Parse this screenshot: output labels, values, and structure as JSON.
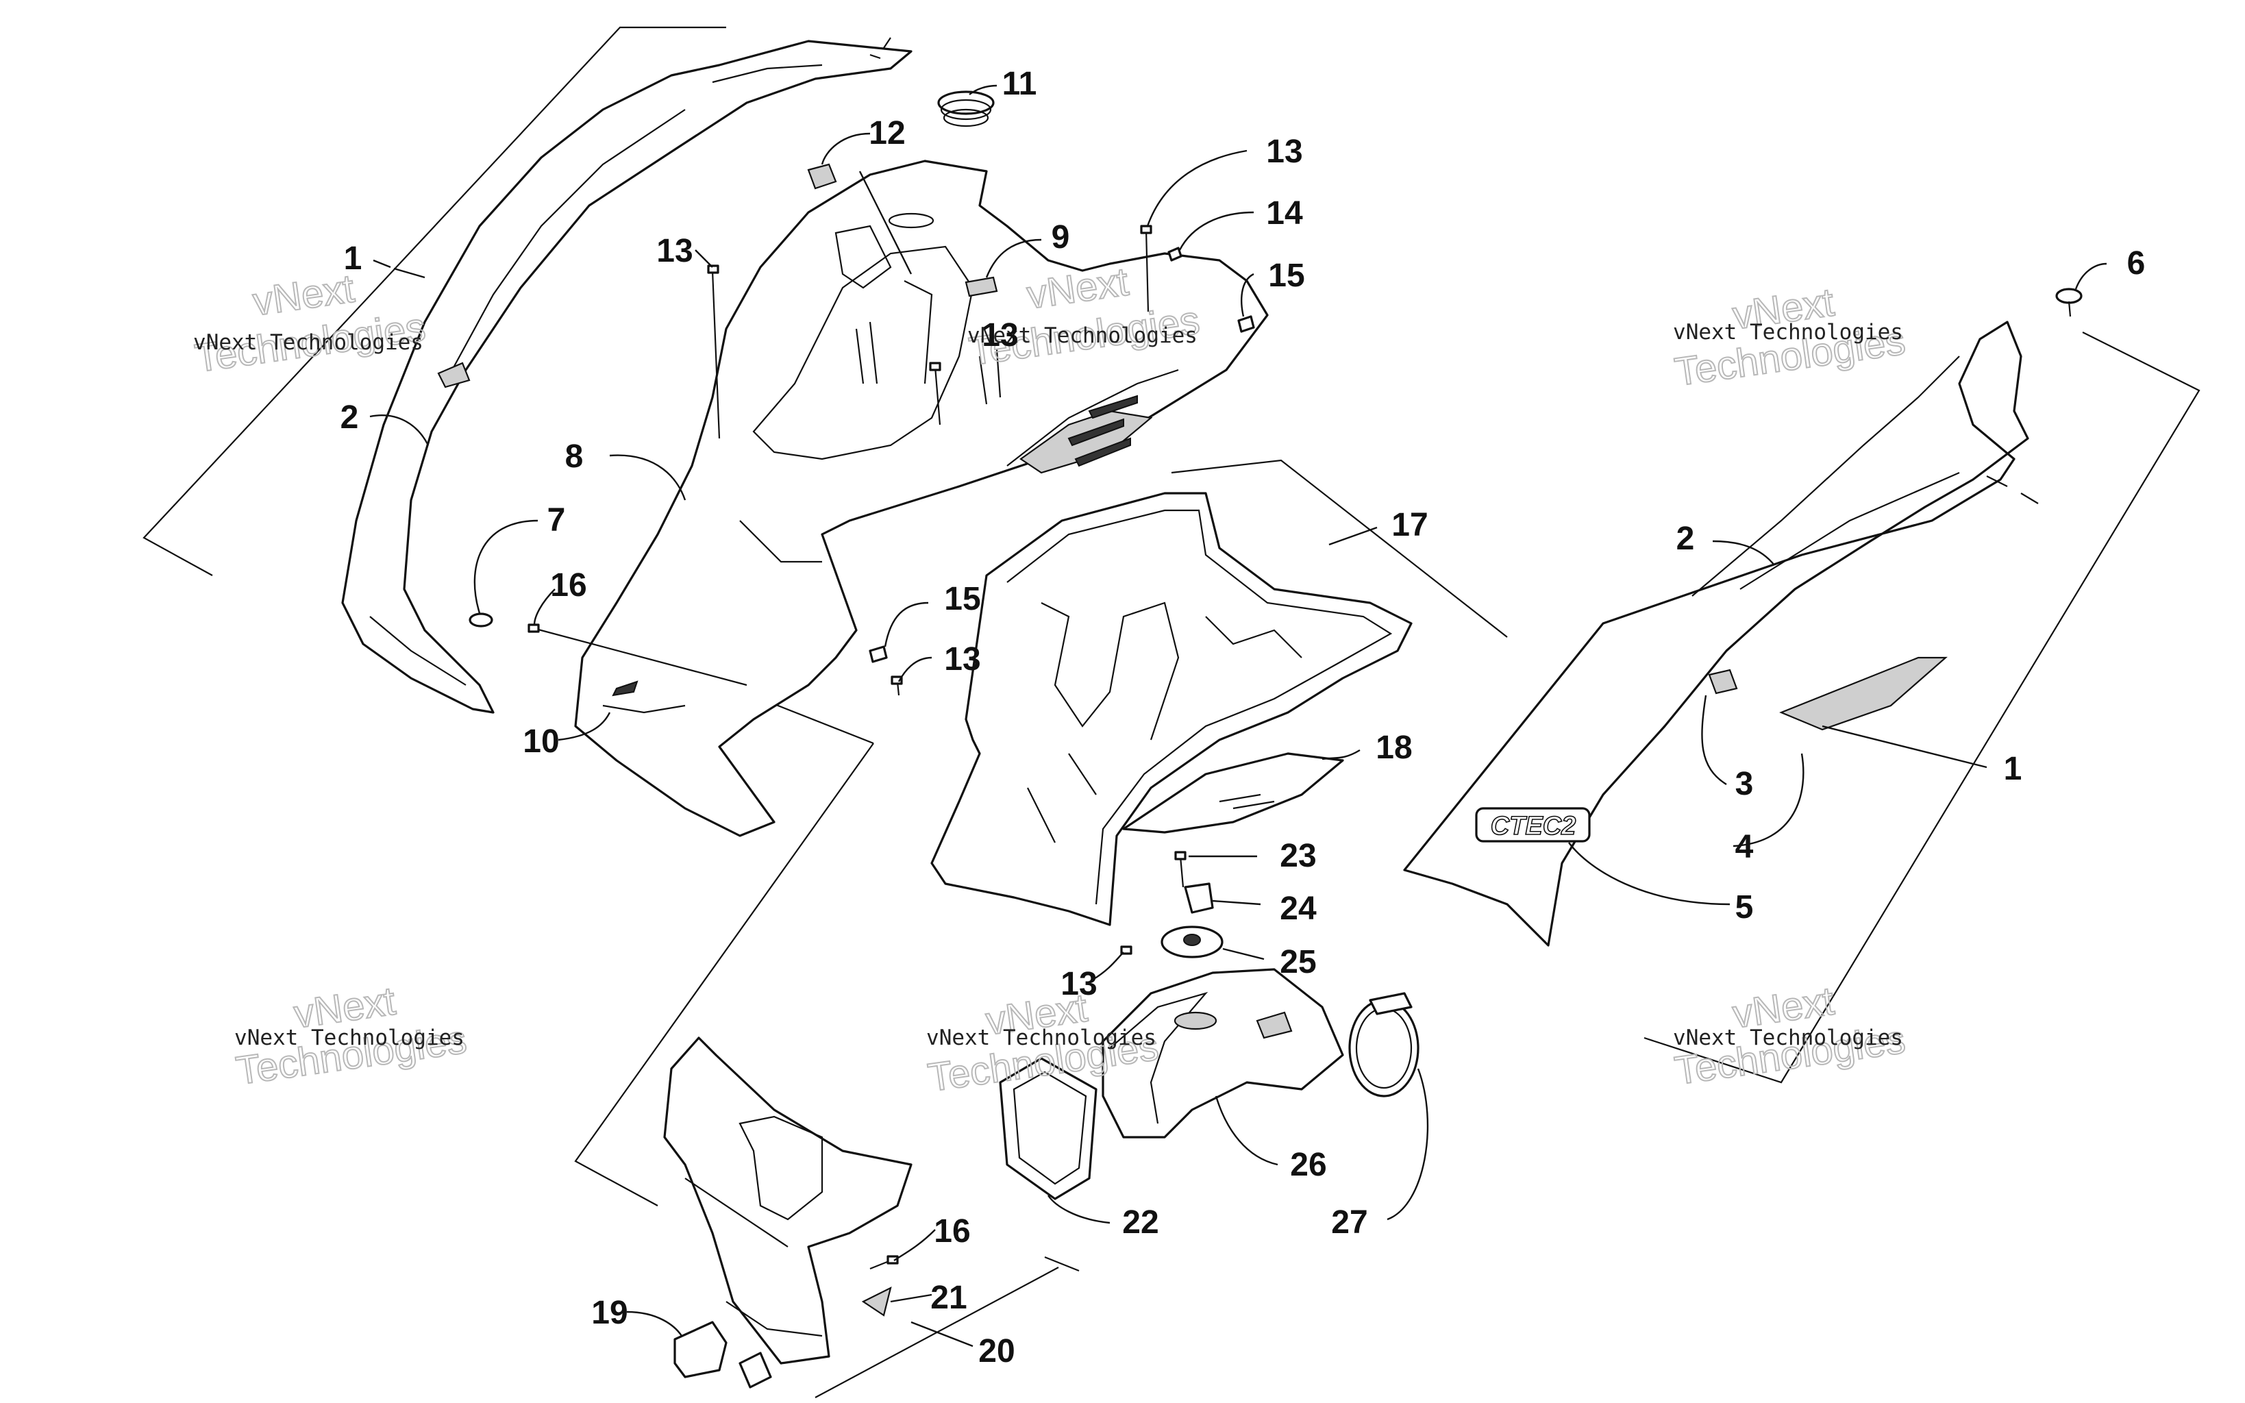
{
  "diagram": {
    "callouts": [
      {
        "id": "c1a",
        "label": "1"
      },
      {
        "id": "c2a",
        "label": "2"
      },
      {
        "id": "c7",
        "label": "7"
      },
      {
        "id": "c16a",
        "label": "16"
      },
      {
        "id": "c10",
        "label": "10"
      },
      {
        "id": "c8",
        "label": "8"
      },
      {
        "id": "c13a",
        "label": "13"
      },
      {
        "id": "c12",
        "label": "12"
      },
      {
        "id": "c11",
        "label": "11"
      },
      {
        "id": "c9",
        "label": "9"
      },
      {
        "id": "c13b",
        "label": "13"
      },
      {
        "id": "c13c",
        "label": "13"
      },
      {
        "id": "c14",
        "label": "14"
      },
      {
        "id": "c15a",
        "label": "15"
      },
      {
        "id": "c15b",
        "label": "15"
      },
      {
        "id": "c13d",
        "label": "13"
      },
      {
        "id": "c17",
        "label": "17"
      },
      {
        "id": "c18",
        "label": "18"
      },
      {
        "id": "c23",
        "label": "23"
      },
      {
        "id": "c24",
        "label": "24"
      },
      {
        "id": "c25",
        "label": "25"
      },
      {
        "id": "c13e",
        "label": "13"
      },
      {
        "id": "c26",
        "label": "26"
      },
      {
        "id": "c27",
        "label": "27"
      },
      {
        "id": "c22",
        "label": "22"
      },
      {
        "id": "c16b",
        "label": "16"
      },
      {
        "id": "c21",
        "label": "21"
      },
      {
        "id": "c19",
        "label": "19"
      },
      {
        "id": "c20",
        "label": "20"
      },
      {
        "id": "c6",
        "label": "6"
      },
      {
        "id": "c2b",
        "label": "2"
      },
      {
        "id": "c1b",
        "label": "1"
      },
      {
        "id": "c3",
        "label": "3"
      },
      {
        "id": "c4",
        "label": "4"
      },
      {
        "id": "c5",
        "label": "5"
      }
    ],
    "decal_text": "CTEC2",
    "watermarks": [
      {
        "small": "vNext Technologies",
        "big_line1": "vNext",
        "big_line2": "Technologies"
      },
      {
        "small": "vNext Technologies",
        "big_line1": "vNext",
        "big_line2": "Technologies"
      },
      {
        "small": "vNext Technologies",
        "big_line1": "vNext",
        "big_line2": "Technologies"
      },
      {
        "small": "vNext Technologies",
        "big_line1": "vNext",
        "big_line2": "Technologies"
      },
      {
        "small": "vNext Technologies",
        "big_line1": "vNext",
        "big_line2": "Technologies"
      },
      {
        "small": "vNext Technologies",
        "big_line1": "vNext",
        "big_line2": "Technologies"
      }
    ]
  }
}
